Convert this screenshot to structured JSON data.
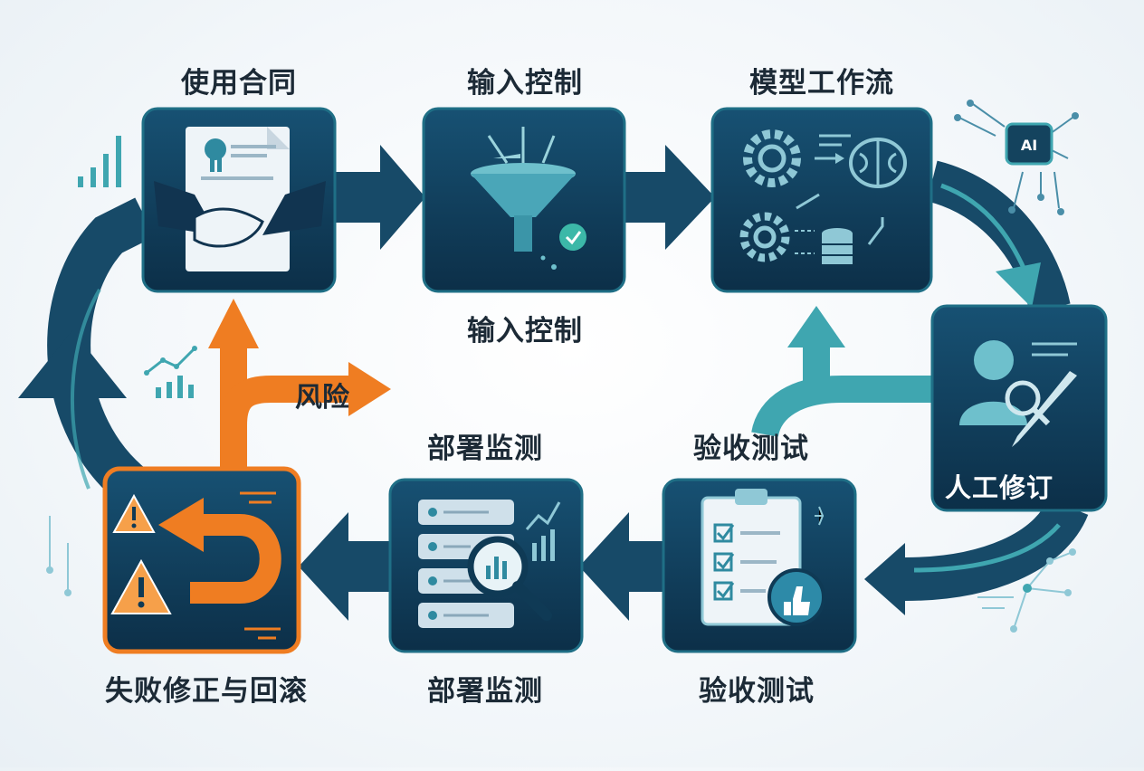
{
  "labels": {
    "contract": "使用合同",
    "input_top": "输入控制",
    "input_bottom": "输入控制",
    "workflow": "模型工作流",
    "manual_revision": "人工修订",
    "acceptance_top": "验收测试",
    "acceptance_bottom": "验收测试",
    "monitoring_top": "部署监测",
    "monitoring_bottom": "部署监测",
    "rollback": "失败修正与回滚",
    "risk": "风险",
    "ai_chip": "AI"
  },
  "colors": {
    "tile_dark": "#0f3a55",
    "tile_border": "#1f6f86",
    "arrow_dark": "#174a68",
    "arrow_teal": "#3fa6b0",
    "orange": "#f07a22",
    "text": "#1c2a36"
  },
  "icons": [
    "handshake-contract-icon",
    "funnel-icon",
    "gears-brain-database-icon",
    "reviewer-pen-icon",
    "clipboard-checklist-icon",
    "server-magnifier-icon",
    "warning-undo-icon",
    "ai-chip-icon"
  ]
}
